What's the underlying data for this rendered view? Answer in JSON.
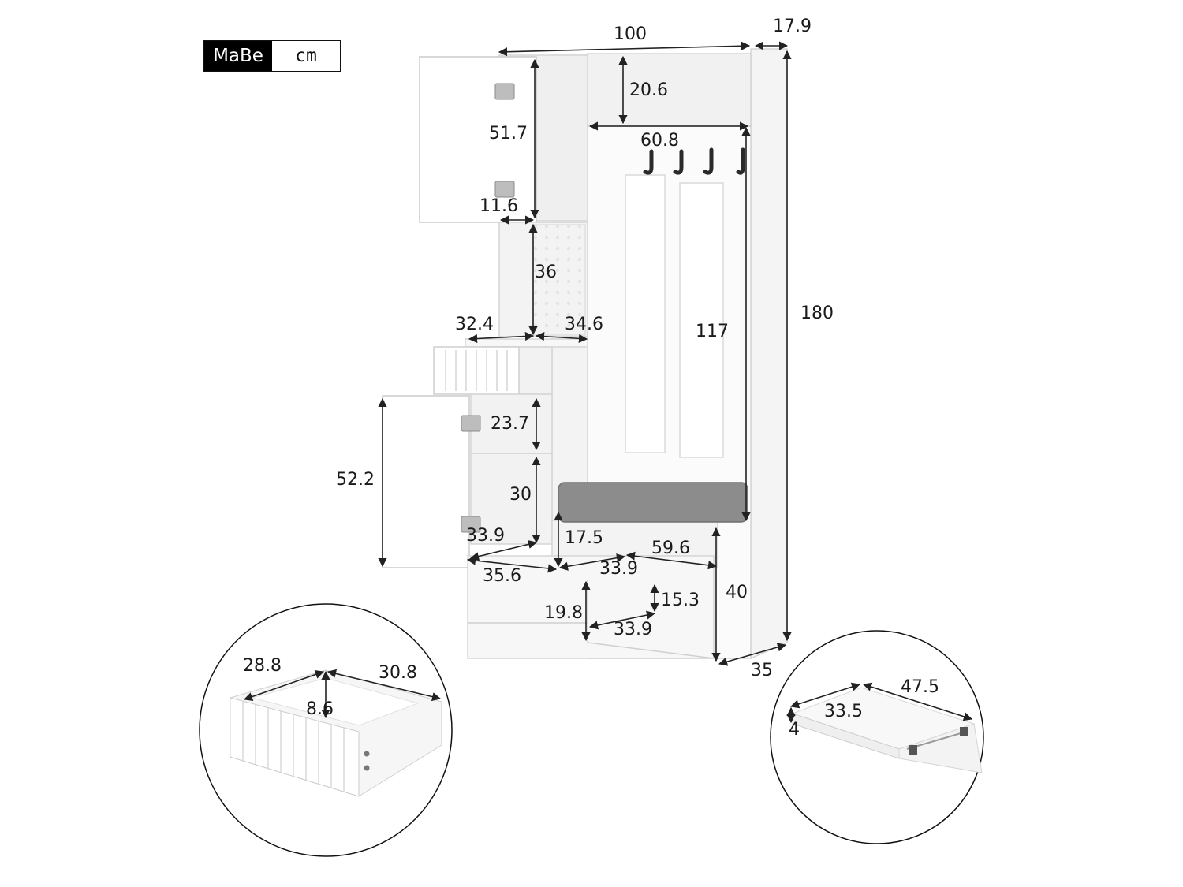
{
  "brand": "MaBe",
  "unit": "cm",
  "dimensions": {
    "overall_width": "100",
    "overall_depth": "17.9",
    "overall_height": "180",
    "top_shelf_height": "20.6",
    "upper_cabinet_height": "51.7",
    "hook_rail_width": "60.8",
    "upper_cabinet_depth": "11.6",
    "open_shelf_height": "36",
    "mid_left_width": "32.4",
    "mid_right_width": "34.6",
    "coat_section_height": "117",
    "lower_door_height": "52.2",
    "lower_upper_compartment": "23.7",
    "lower_lower_compartment": "30",
    "lower_cabinet_width": "33.9",
    "bench_compartment_height": "17.5",
    "bench_width": "59.6",
    "bottom_left_width": "35.6",
    "bench_inner_width": "33.9",
    "bench_height": "40",
    "bottom_shelf_height": "15.3",
    "bottom_left_height": "19.8",
    "bottom_right_width": "33.9",
    "bench_depth": "35"
  },
  "drawer_detail": {
    "depth": "28.8",
    "width": "30.8",
    "height": "8.6"
  },
  "shelf_detail": {
    "thickness": "4",
    "depth": "33.5",
    "width": "47.5"
  },
  "colors": {
    "cabinet": "#f7f7f7",
    "edge": "#d8d8d8",
    "cushion": "#8c8c8c",
    "line": "#222222"
  }
}
